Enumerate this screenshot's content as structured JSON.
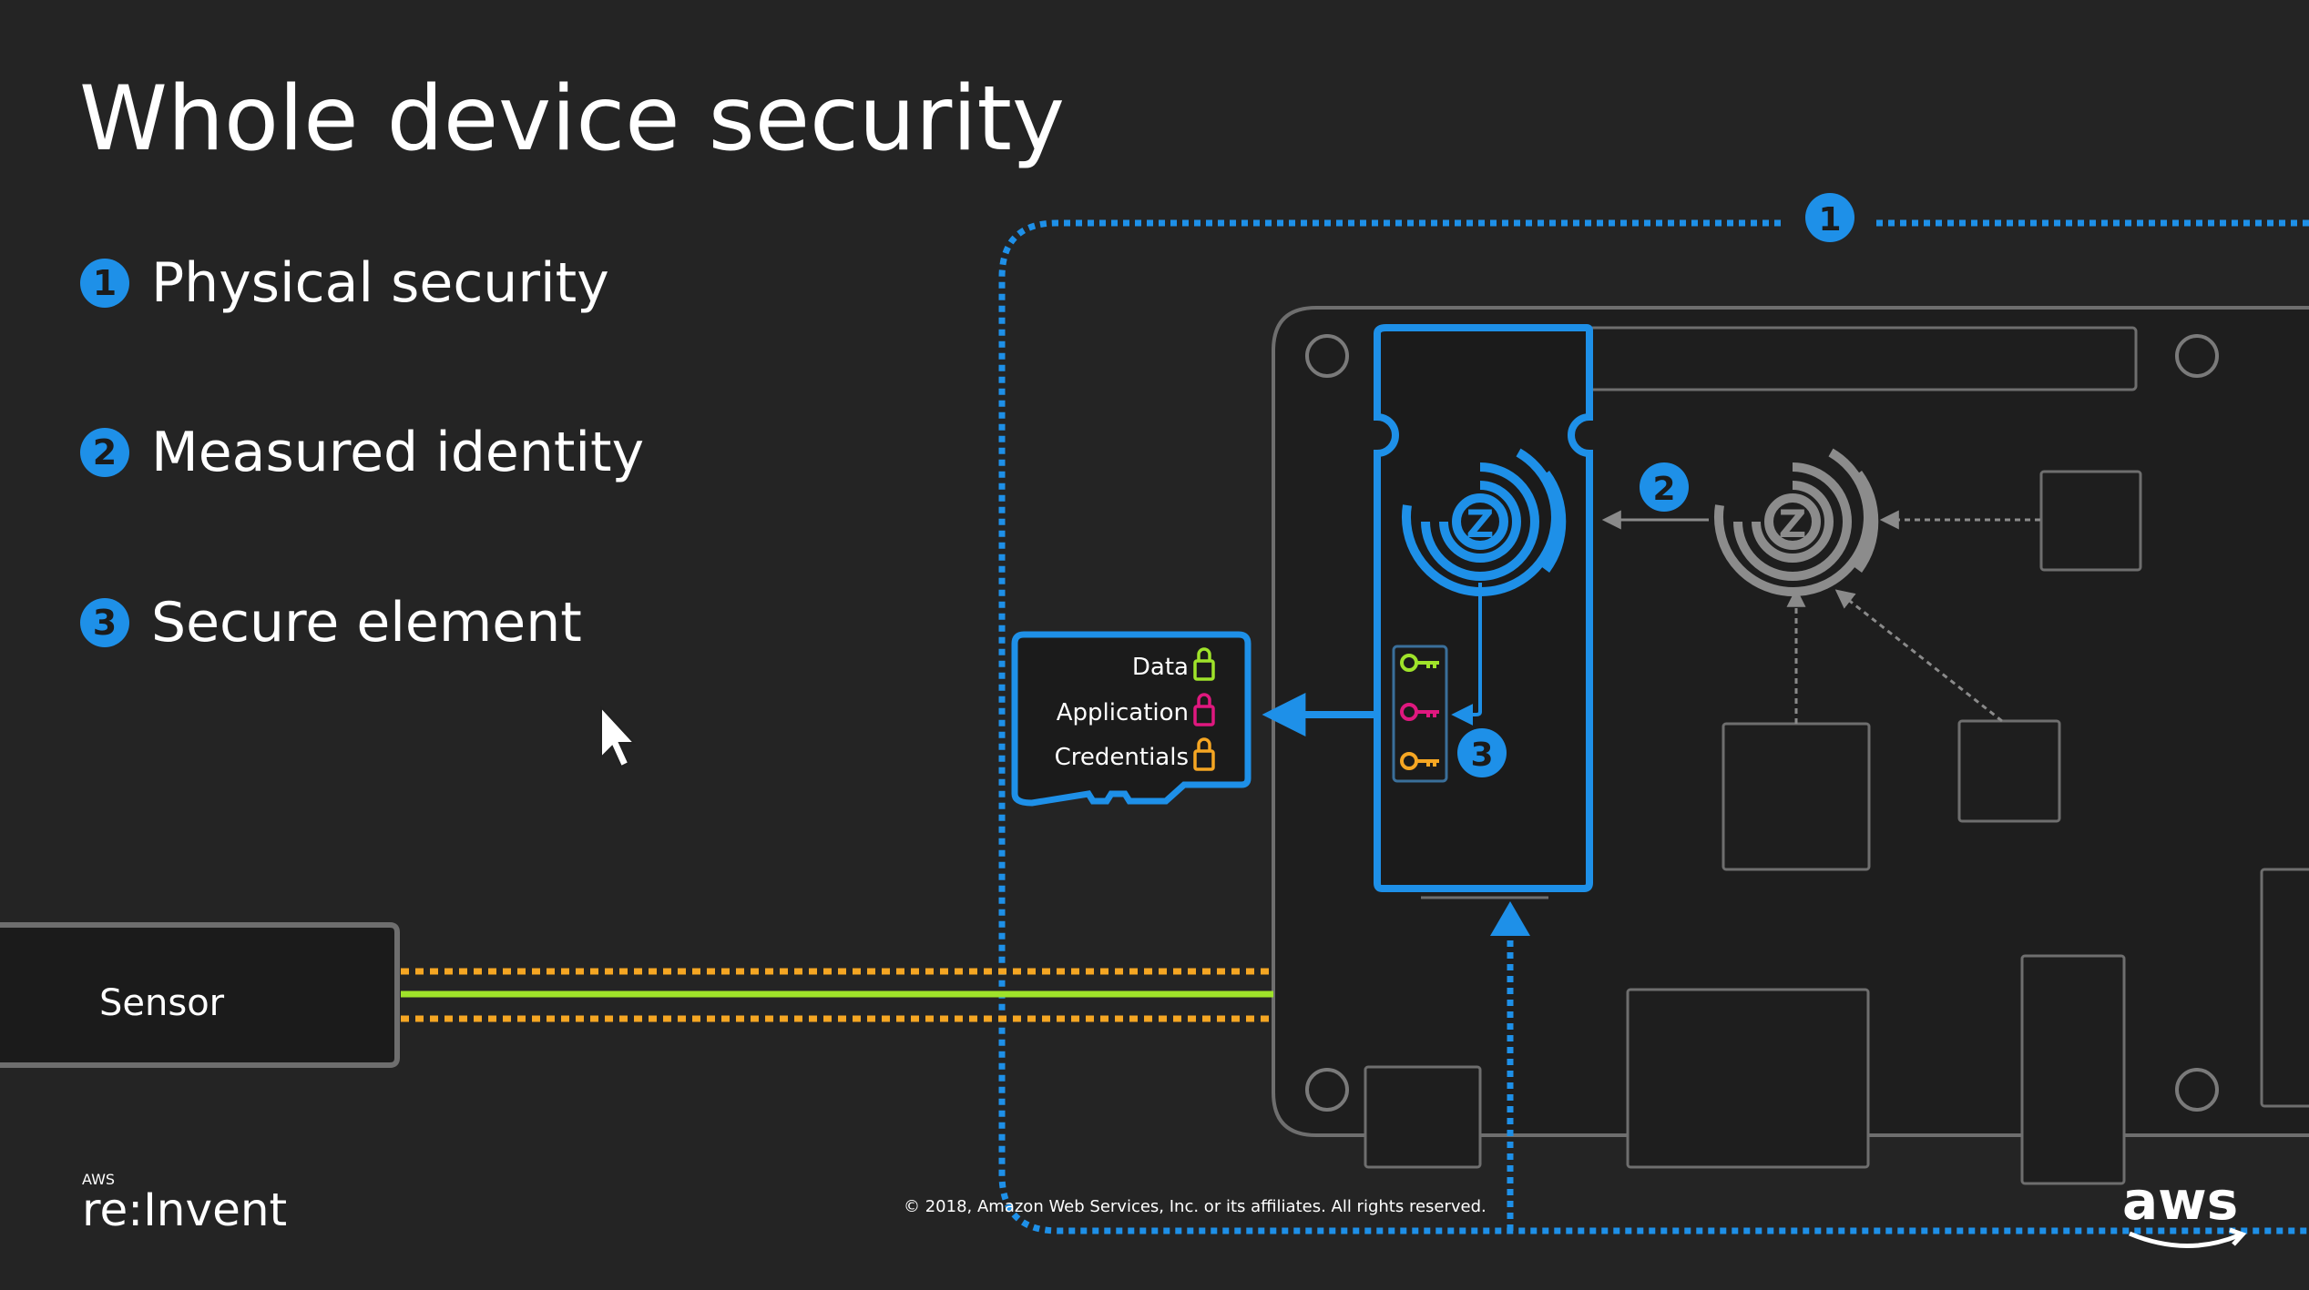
{
  "slide": {
    "title": "Whole device security",
    "bullets": [
      {
        "number": "1",
        "label": "Physical security"
      },
      {
        "number": "2",
        "label": "Measured identity"
      },
      {
        "number": "3",
        "label": "Secure element"
      }
    ]
  },
  "diagram": {
    "sensor_label": "Sensor",
    "callout_numbers": [
      "1",
      "2",
      "3"
    ],
    "memory_card_items": [
      "Data",
      "Application",
      "Credentials"
    ],
    "colors": {
      "accent_blue": "#1e90e8",
      "data_green": "#9fe32a",
      "application_magenta": "#e0187f",
      "credentials_orange": "#f5a623",
      "line_orange": "#f5a623",
      "line_green": "#9fe32a"
    }
  },
  "footer": {
    "copyright": "© 2018, Amazon Web Services, Inc. or its affiliates. All rights reserved.",
    "logo_reinvent_small": "AWS",
    "logo_reinvent_large": "re:Invent",
    "logo_aws": "aws"
  }
}
